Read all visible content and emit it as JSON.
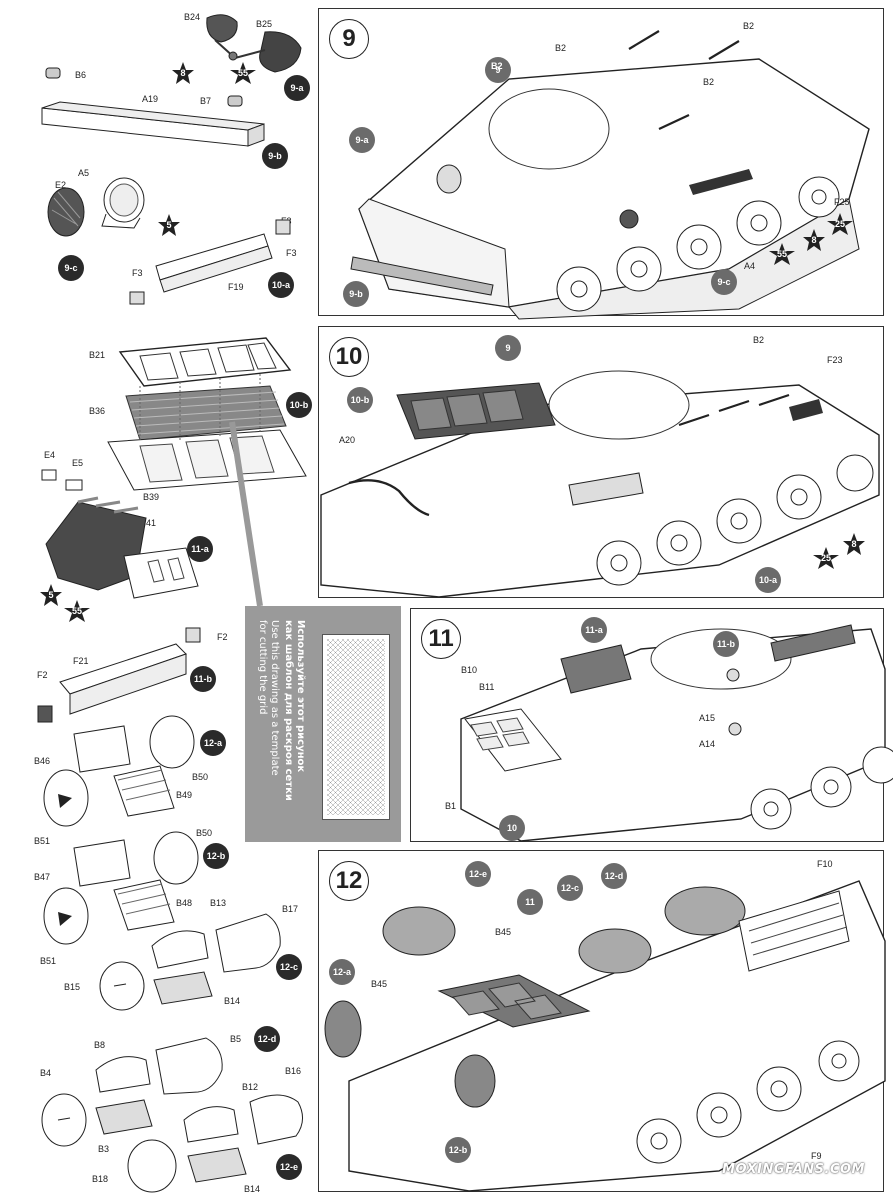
{
  "steps": {
    "s9": {
      "number": "9"
    },
    "s10": {
      "number": "10"
    },
    "s11": {
      "number": "11"
    },
    "s12": {
      "number": "12"
    }
  },
  "template_note": {
    "ru_line1": "Используйте этот рисунок",
    "ru_line2": "как шаблон для раскроя сетки",
    "en_line1": "Use this drawing as a template",
    "en_line2": "for cutting the grid"
  },
  "subassemblies": [
    "9-a",
    "9-b",
    "9-c",
    "10-a",
    "10-b",
    "11-a",
    "11-b",
    "12-a",
    "12-b",
    "12-c",
    "12-d",
    "12-e"
  ],
  "paints": [
    "5",
    "8",
    "25",
    "55"
  ],
  "parts_left": {
    "B24": "B24",
    "B25": "B25",
    "B6": "B6",
    "A19": "A19",
    "B7": "B7",
    "A5": "A5",
    "E2": "E2",
    "F3a": "F3",
    "F3b": "F3",
    "F19": "F19",
    "B21": "B21",
    "B36": "B36",
    "E4": "E4",
    "E5": "E5",
    "B39": "B39",
    "B41": "B41",
    "F2a": "F2",
    "F2b": "F2",
    "F21": "F21",
    "B46": "B46",
    "B50a": "B50",
    "B49": "B49",
    "B51a": "B51",
    "B47": "B47",
    "B50b": "B50",
    "B48": "B48",
    "B51b": "B51",
    "B13": "B13",
    "B17": "B17",
    "B15": "B15",
    "B14a": "B14",
    "B8": "B8",
    "B5": "B5",
    "B4": "B4",
    "B3": "B3",
    "B12": "B12",
    "B16": "B16",
    "B18": "B18",
    "B14b": "B14"
  },
  "parts_main": {
    "B2": "B2",
    "F25": "F25",
    "A4": "A4",
    "F23": "F23",
    "A20": "A20",
    "B10": "B10",
    "B11": "B11",
    "A15": "A15",
    "A14": "A14",
    "B1": "B1",
    "F10": "F10",
    "B45a": "B45",
    "B45b": "B45",
    "F9": "F9"
  },
  "watermark": "MOXINGFANS.COM"
}
